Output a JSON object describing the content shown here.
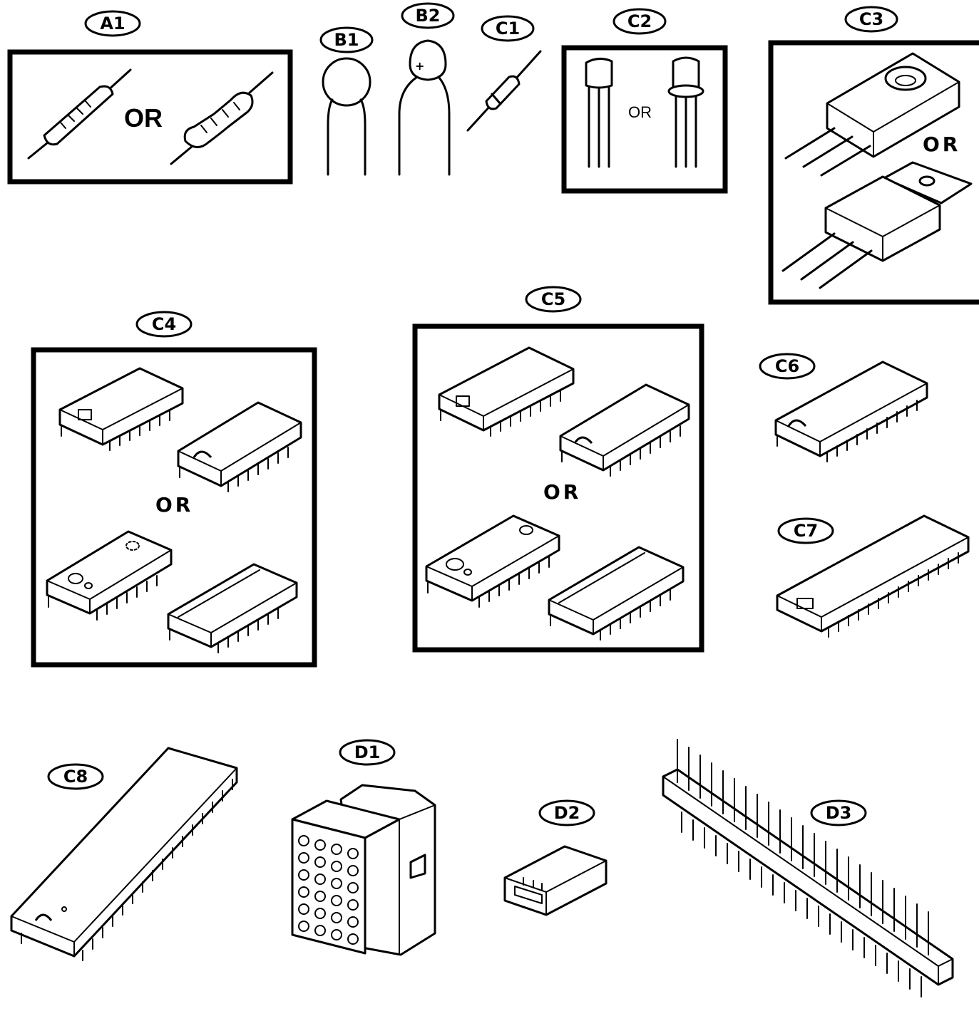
{
  "labels": {
    "A1": "A1",
    "B1": "B1",
    "B2": "B2",
    "C1": "C1",
    "C2": "C2",
    "C3": "C3",
    "C4": "C4",
    "C5": "C5",
    "C6": "C6",
    "C7": "C7",
    "C8": "C8",
    "D1": "D1",
    "D2": "D2",
    "D3": "D3"
  },
  "or_text": {
    "A1": "OR",
    "C2": "OR",
    "C3": "OR",
    "C4": "OR",
    "C5": "OR"
  },
  "polarity_mark": "+"
}
